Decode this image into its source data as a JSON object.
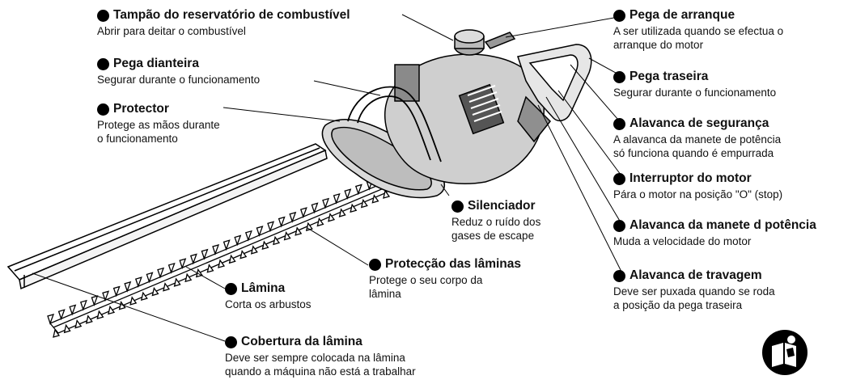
{
  "labels": {
    "fuel_cap": {
      "title": "Tampão do reservatório de combustível",
      "desc": [
        "Abrir para deitar o combustível"
      ]
    },
    "front_handle": {
      "title": "Pega dianteira",
      "desc": [
        "Segurar durante o funcionamento"
      ]
    },
    "protector": {
      "title": "Protector",
      "desc": [
        "Protege as mãos durante",
        "o funcionamento"
      ]
    },
    "muffler": {
      "title": "Silenciador",
      "desc": [
        "Reduz o ruído dos",
        "gases de escape"
      ]
    },
    "blade_guard": {
      "title": "Protecção das lâminas",
      "desc": [
        "Protege o seu corpo da",
        "lâmina"
      ]
    },
    "blade": {
      "title": "Lâmina",
      "desc": [
        "Corta os arbustos"
      ]
    },
    "blade_cover": {
      "title": "Cobertura da lâmina",
      "desc": [
        "Deve ser sempre colocada na lâmina",
        "quando a máquina não está a trabalhar"
      ]
    },
    "starter_grip": {
      "title": "Pega de arranque",
      "desc": [
        "A ser utilizada quando se efectua o",
        "arranque do motor"
      ]
    },
    "rear_handle": {
      "title": "Pega traseira",
      "desc": [
        "Segurar durante o funcionamento"
      ]
    },
    "safety_lever": {
      "title": "Alavanca de segurança",
      "desc": [
        "A alavanca da manete de potência",
        "só funciona quando é empurrada"
      ]
    },
    "engine_switch": {
      "title": "Interruptor do motor",
      "desc": [
        "Pára o motor na posição \"O\" (stop)"
      ]
    },
    "throttle_lever": {
      "title": "Alavanca da manete d potência",
      "desc": [
        "Muda a velocidade do motor"
      ]
    },
    "lock_lever": {
      "title": "Alavanca de travagem",
      "desc": [
        "Deve ser puxada quando se roda",
        "a posição da pega traseira"
      ]
    }
  },
  "icons": {
    "manual": "read-manual-icon"
  }
}
